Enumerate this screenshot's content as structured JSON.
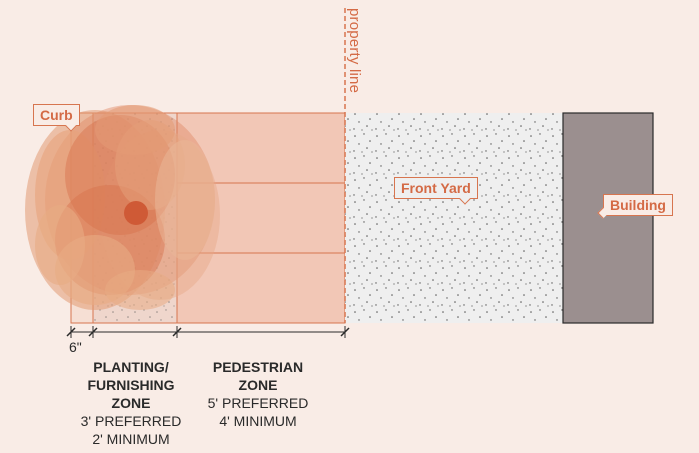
{
  "labels": {
    "curb": "Curb",
    "front_yard": "Front Yard",
    "building": "Building",
    "property_line": "property line"
  },
  "dimensions": {
    "curb_width": "6\""
  },
  "zones": {
    "planting": {
      "title_line1": "PLANTING/",
      "title_line2": "FURNISHING",
      "title_line3": "ZONE",
      "preferred": "3' PREFERRED",
      "minimum": "2' MINIMUM"
    },
    "pedestrian": {
      "title_line1": "PEDESTRIAN",
      "title_line2": "ZONE",
      "preferred": "5' PREFERRED",
      "minimum": "4' MINIMUM"
    }
  },
  "colors": {
    "background": "#f9ece6",
    "accent": "#d7754f",
    "tree": "#d8714c",
    "pedestrian_fill": "#f2c7b6",
    "front_yard": "#efefef",
    "building": "#9b8f8f",
    "text": "#2a2a2a"
  }
}
